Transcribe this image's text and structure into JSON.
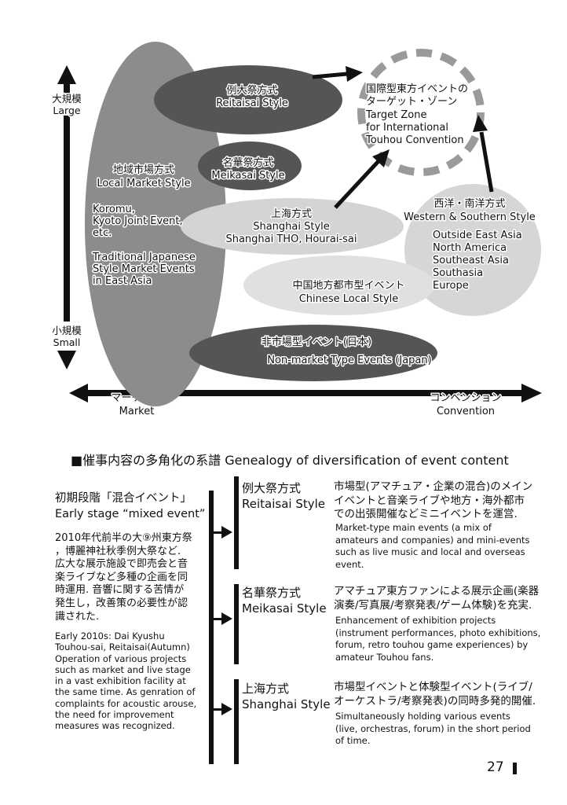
{
  "axes": {
    "large_ja": "大規模",
    "large_en": "Large",
    "small_ja": "小規模",
    "small_en": "Small",
    "market_ja": "マーケット",
    "market_en": "Market",
    "convention_ja": "コンベンション",
    "convention_en": "Convention"
  },
  "diagram": {
    "local_market": {
      "ja": "地域市場方式",
      "en": "Local Market Style",
      "ex1": "Koromu,",
      "ex2": "Kyoto Joint Event,",
      "ex3": "etc.",
      "tr1": "Traditional Japanese",
      "tr2": "Style Market Events",
      "tr3": "in East Asia"
    },
    "reitaisai": {
      "ja": "例大祭方式",
      "en": "Reitaisai Style"
    },
    "meikasai": {
      "ja": "名華祭方式",
      "en": "Meikasai Style"
    },
    "shanghai": {
      "ja": "上海方式",
      "en": "Shanghai Style",
      "ex": "Shanghai THO, Hourai-sai"
    },
    "chinese_local": {
      "ja": "中国地方都市型イベント",
      "en": "Chinese Local Style"
    },
    "western": {
      "ja": "西洋・南洋方式",
      "en": "Western & Southern Style",
      "r1": "Outside East Asia",
      "r2": "North America",
      "r3": "Southeast Asia",
      "r4": "Southasia",
      "r5": "Europe"
    },
    "non_market": {
      "ja": "非市場型イベント(日本)",
      "en": "Non-market Type Events (Japan)"
    },
    "target": {
      "ja1": "国際型東方イベントの",
      "ja2": "ターゲット・ゾーン",
      "en1": "Target Zone",
      "en2": "for International",
      "en3": "Touhou Convention"
    }
  },
  "genealogy": {
    "header": "■催事内容の多角化の系譜 Genealogy of diversification of event content",
    "early": {
      "title_ja": "初期段階「混合イベント」",
      "title_en": "Early stage “mixed event”",
      "ja_lines": [
        "2010年代前半の大⑨州東方祭",
        "，博麗神社秋季例大祭など.",
        "広大な展示施設で即売会と音",
        "楽ライブなど多種の企画を同",
        "時運用. 音響に関する苦情が",
        "発生し，改善策の必要性が認",
        "識された."
      ],
      "en_lines": [
        "Early 2010s: Dai Kyushu",
        "Touhou-sai, Reitaisai(Autumn)",
        "Operation of various projects",
        "such as market and live stage",
        "in a vast exhibition facility at",
        "the same time. As genration of",
        "complaints for acoustic arouse,",
        "the need for improvement",
        "measures was recognized."
      ]
    },
    "branches": [
      {
        "name_ja": "例大祭方式",
        "name_en": "Reitaisai Style",
        "ja_lines": [
          "市場型(アマチュア・企業の混合)のメイン",
          "イベントと音楽ライブや地方・海外都市",
          "での出張開催などミニイベントを運営."
        ],
        "en_lines": [
          "Market-type main events (a mix of",
          "amateurs and companies) and mini-events",
          "such as live music and local and overseas",
          "event."
        ]
      },
      {
        "name_ja": "名華祭方式",
        "name_en": "Meikasai Style",
        "ja_lines": [
          "アマチュア東方ファンによる展示企画(楽器",
          "演奏/写真展/考察発表/ゲーム体験)を充実."
        ],
        "en_lines": [
          "Enhancement of exhibition projects",
          "(instrument performances, photo exhibitions,",
          "forum, retro touhou game experiences) by",
          "amateur Touhou fans."
        ]
      },
      {
        "name_ja": "上海方式",
        "name_en": "Shanghai Style",
        "ja_lines": [
          "市場型イベントと体験型イベント(ライブ/",
          "オーケストラ/考察発表)の同時多発的開催."
        ],
        "en_lines": [
          "Simultaneously holding various events",
          "(live, orchestras, forum) in the short period",
          "of time."
        ]
      }
    ]
  },
  "page_number": "27"
}
